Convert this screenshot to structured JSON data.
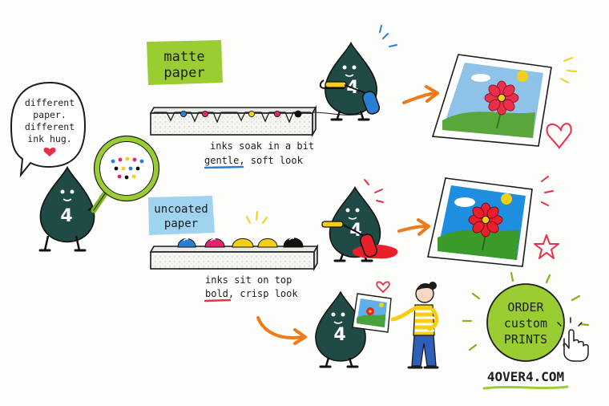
{
  "speech_bubble": {
    "line1": "different",
    "line2": "paper.",
    "line3": "different",
    "line4": "ink hug."
  },
  "mascot": {
    "badge_number": "4"
  },
  "matte": {
    "label_line1": "matte",
    "label_line2": "paper",
    "caption_line1": "inks soak in a bit",
    "caption_highlight": "gentle",
    "caption_rest": ", soft look"
  },
  "uncoated": {
    "label_line1": "uncoated",
    "label_line2": "paper",
    "caption_line1": "inks sit on top",
    "caption_highlight": "bold",
    "caption_rest": ", crisp look"
  },
  "cta": {
    "line1": "ORDER",
    "line2": "custom",
    "line3": "PRINTS",
    "website": "4OVER4.COM"
  },
  "colors": {
    "lime": "#9acd32",
    "light_blue": "#9fd3f0",
    "mascot_dark": "#1f4a45",
    "cyan": "#2a7fd4",
    "magenta": "#e2246f",
    "yellow": "#f5cf16",
    "black": "#111111",
    "arrow_orange": "#ef7a1a",
    "accent_red": "#e8304a"
  },
  "icons": [
    "speech-bubble-icon",
    "heart-icon",
    "magnifier-icon",
    "ink-roller-icon",
    "star-icon",
    "hand-cursor-icon",
    "flower-print-icon"
  ]
}
